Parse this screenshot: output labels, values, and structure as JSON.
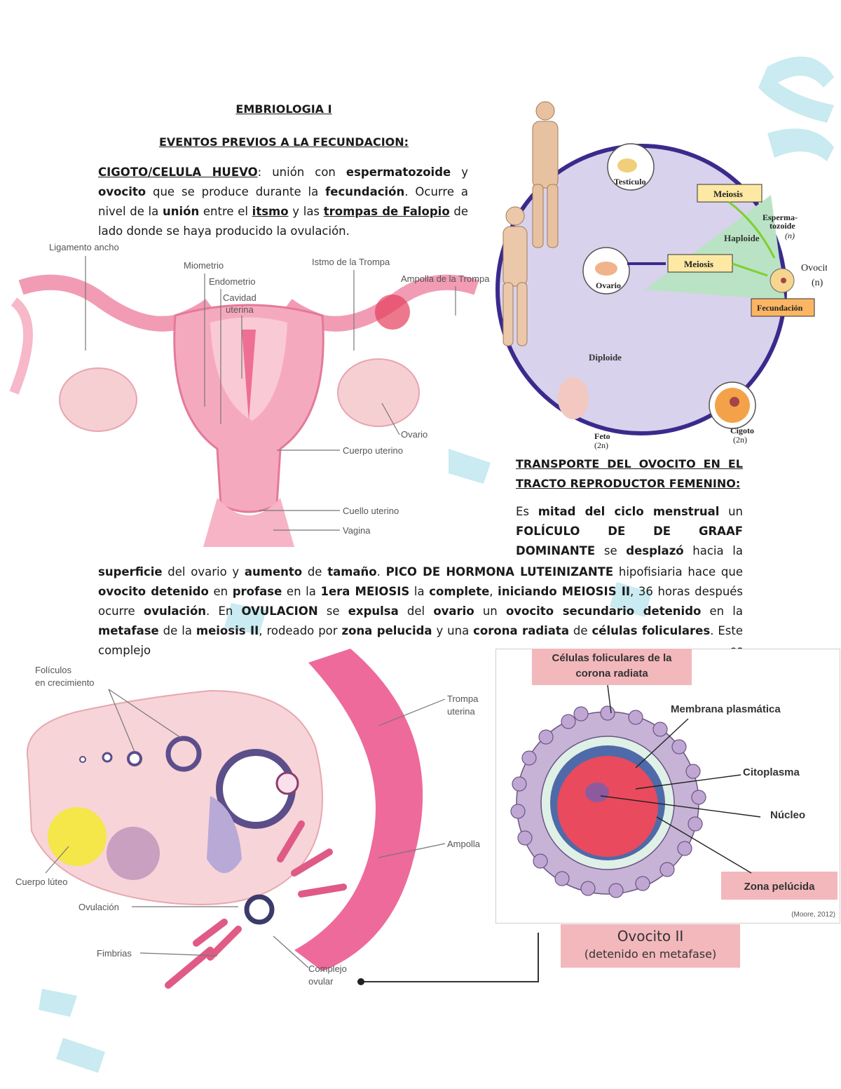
{
  "watermark": {
    "color": "#bfe7ee"
  },
  "page": {
    "title": "EMBRIOLOGIA I",
    "section1_heading": "EVENTOS PREVIOS A LA FECUNDACION:",
    "section2_heading_line1": "TRANSPORTE DEL OVOCITO EN EL",
    "section2_heading_line2": "TRACTO REPRODUCTOR FEMENINO:"
  },
  "para1": {
    "term": "CIGOTO/CELULA HUEVO",
    "t1": ": unión con ",
    "b1": "espermatozoide",
    "t2": " y ",
    "b2": "ovocito",
    "t3": " que se produce durante la ",
    "b3": "fecundación",
    "t4": ". Ocurre a nivel de la ",
    "b4": "unión",
    "t5": " entre el ",
    "u1": "itsmo",
    "t6": " y las ",
    "u2": "trompas de Falopio",
    "t7": " de lado donde se haya producido la ovulación."
  },
  "para2": {
    "line1a": "Es ",
    "line1b": "mitad",
    "line1c": " del ",
    "line1d": "ciclo menstrual",
    "line1e": " un",
    "line2": "FOLÍCULO DE DE GRAAF",
    "line3a": "DOMINANTE",
    "line3b": " se ",
    "line3c": "desplazó",
    "line3d": " hacia la",
    "b1": "superficie",
    "t1": " del ovario y ",
    "b2": "aumento",
    "t2": " de ",
    "b3": "tamaño",
    "t3": ". ",
    "b4": "PICO DE HORMONA LUTEINIZANTE",
    "t4": " hipofisiaria hace que ",
    "b5": "ovocito detenido",
    "t5": " en ",
    "b6": "profase",
    "t6": " en la ",
    "b7": "1era MEIOSIS",
    "t7": " la ",
    "b8": "complete",
    "t8": ", ",
    "b9": "iniciando MEIOSIS II",
    "t9": ", 36 horas después ocurre ",
    "b10": "ovulación",
    "t10": ". En ",
    "b11": "OVULACION",
    "t11": " se ",
    "b12": "expulsa",
    "t12": " del ",
    "b13": "ovario",
    "t13": " un ",
    "b14": "ovocito secundario detenido",
    "t14": " en la ",
    "b15": "metafase",
    "t15": " de la ",
    "b16": "meiosis II",
    "t16": ", rodeado por ",
    "b17": "zona pelucida",
    "t17": " y una ",
    "b18": "corona radiata",
    "t18": " de ",
    "b19": "células foliculares",
    "t19": ". Este complejo es"
  },
  "uterus": {
    "labels": [
      "Ligamento ancho",
      "Miometrio",
      "Endometrio",
      "Cavidad",
      "uterina",
      "Istmo de la Trompa",
      "Ampolla de la Trompa",
      "Ovario",
      "Cuerpo uterino",
      "Cuello uterino",
      "Vagina"
    ]
  },
  "cycle": {
    "labels": [
      "Testículo",
      "Meiosis",
      "Esperma-",
      "tozoide",
      "(n)",
      "Haploide",
      "Meiosis",
      "Ovocito",
      "(n)",
      "Ovario",
      "Fecundación",
      "Diploide",
      "Feto",
      "(2n)",
      "Cigoto",
      "(2n)"
    ]
  },
  "ovary": {
    "labels": [
      "Folículos",
      "en crecimiento",
      "Trompa",
      "uterina",
      "Ampolla",
      "Cuerpo lúteo",
      "Ovulación",
      "Fimbrias",
      "Complejo",
      "ovular"
    ]
  },
  "oocyte": {
    "box_corona_l1": "Células foliculares de la",
    "box_corona_l2": "corona radiata",
    "membrana": "Membrana plasmática",
    "citoplasma": "Citoplasma",
    "nucleo": "Núcleo",
    "zona": "Zona pelúcida",
    "citation": "(Moore, 2012)",
    "title": "Ovocito II",
    "subtitle": "(detenido en metafase)"
  }
}
